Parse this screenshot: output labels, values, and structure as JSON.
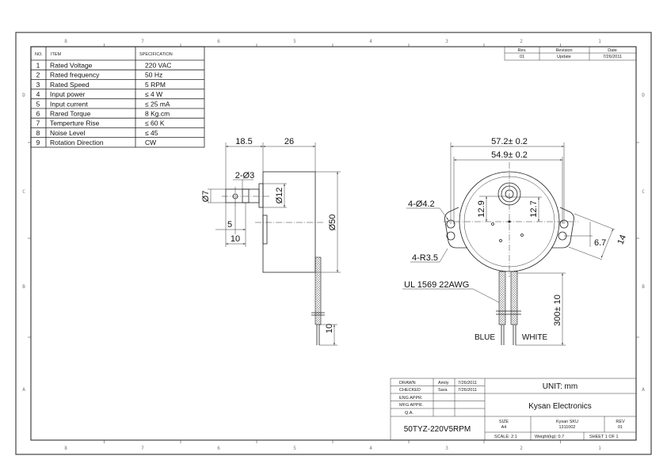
{
  "zones": {
    "columns": [
      "8",
      "7",
      "6",
      "5",
      "4",
      "3",
      "2",
      "1"
    ],
    "rows": [
      "D",
      "C",
      "B",
      "A"
    ]
  },
  "spec_table": {
    "headers": [
      "NO.",
      "ITEM",
      "SPECIFICATION"
    ],
    "rows": [
      [
        "1",
        "Rated Voltage",
        "220 VAC"
      ],
      [
        "2",
        "Rated frequency",
        "50 Hz"
      ],
      [
        "3",
        "Rated Speed",
        "5 RPM"
      ],
      [
        "4",
        "Input power",
        "≤ 4 W"
      ],
      [
        "5",
        "Input current",
        "≤ 25 mA"
      ],
      [
        "6",
        "Rared Torque",
        "8 Kg.cm"
      ],
      [
        "7",
        "Temperture Rise",
        "≤ 60 K"
      ],
      [
        "8",
        "Noise Level",
        "≤ 45"
      ],
      [
        "9",
        "Rotation Direction",
        "CW"
      ]
    ]
  },
  "revision_table": {
    "headers": [
      "Rev.",
      "Revision",
      "Date"
    ],
    "row": [
      "01",
      "Update",
      "7/26/2011"
    ]
  },
  "side_view": {
    "dim_18_5": "18.5",
    "dim_26": "26",
    "dim_2_d3": "2-Ø3",
    "dim_d7": "Ø7",
    "dim_d12": "Ø12",
    "dim_d50": "Ø50",
    "dim_5": "5",
    "dim_10": "10",
    "dim_lead_10": "10"
  },
  "front_view": {
    "dim_57_2": "57.2± 0.2",
    "dim_54_9": "54.9± 0.2",
    "dim_12_9": "12.9",
    "dim_12_7": "12.7",
    "dim_6_7": "6.7",
    "dim_14": "14",
    "holes": "4-Ø4.2",
    "radius": "4-R3.5",
    "wire": "UL 1569 22AWG",
    "lead_length": "300± 10",
    "wire_blue": "BLUE",
    "wire_white": "WHITE"
  },
  "title_block": {
    "drawn_label": "DRAWN",
    "drawn_by": "Amily",
    "drawn_date": "7/26/2011",
    "checked_label": "CHECKED",
    "checked_by": "Sara",
    "checked_date": "7/26/2011",
    "eng_label": "ENG APPR.",
    "mfg_label": "MFG APPR.",
    "qa_label": "Q.A.",
    "unit": "UNIT: mm",
    "company": "Kysan Electronics",
    "part_name": "50TYZ-220V5RPM",
    "size_label": "SIZE",
    "size": "A4",
    "sku_label": "Kysan SKU",
    "sku": "1311002",
    "rev_label": "REV",
    "rev": "01",
    "scale": "SCALE: 2:1",
    "weight": "Weight(kg): 0.7",
    "sheet": "SHEET 1 OF 1"
  }
}
